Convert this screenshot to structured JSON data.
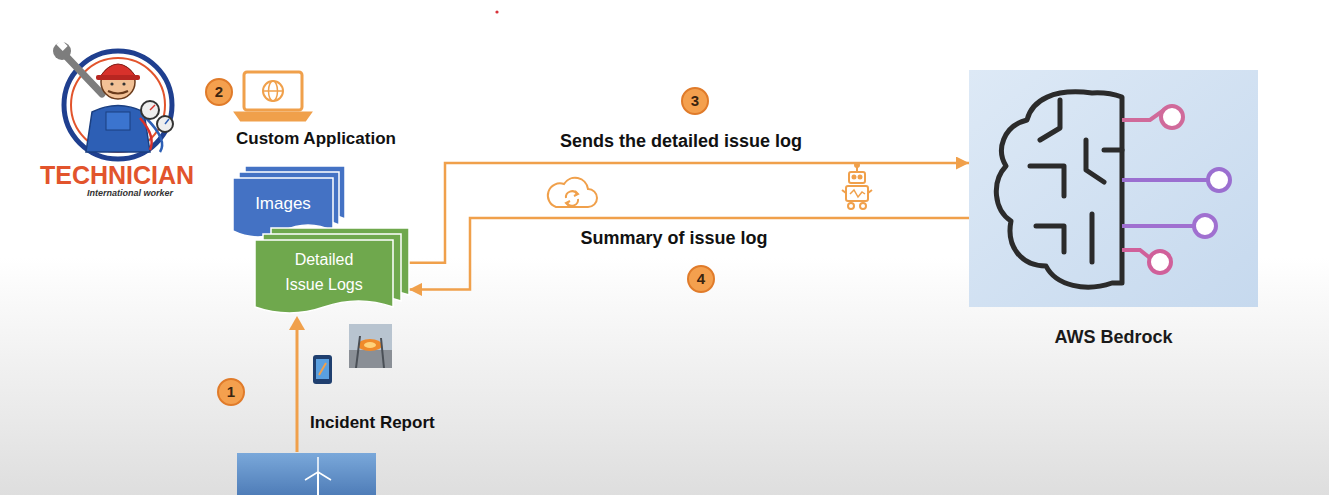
{
  "diagram": {
    "nodes": [
      {
        "text": [
          "Images"
        ]
      },
      {
        "text": [
          "Detailed Issue Logs"
        ]
      },
      {
        "text": [
          "AWS Bedrock"
        ]
      }
    ],
    "edges": [
      {
        "from": 1,
        "to": 2,
        "arrow": "to",
        "label": "Sends the detailed issue log"
      },
      {
        "from": 2,
        "to": 1,
        "arrow": "to",
        "label": "Summary of issue log"
      }
    ],
    "labels": [
      "TECHNICIAN",
      "International worker",
      "2",
      "Custom Application",
      "3",
      "4",
      "1",
      "Incident Report"
    ]
  }
}
